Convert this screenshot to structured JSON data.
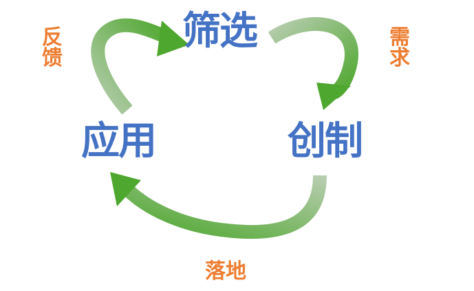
{
  "nodes": {
    "top": "筛选",
    "right": "创制",
    "left": "应用"
  },
  "labels": {
    "feedback": "反馈",
    "demand": "需求",
    "landing": "落地"
  },
  "colors": {
    "node": "#4472c4",
    "label": "#ed7d31",
    "arrow": "#4ea72e"
  }
}
